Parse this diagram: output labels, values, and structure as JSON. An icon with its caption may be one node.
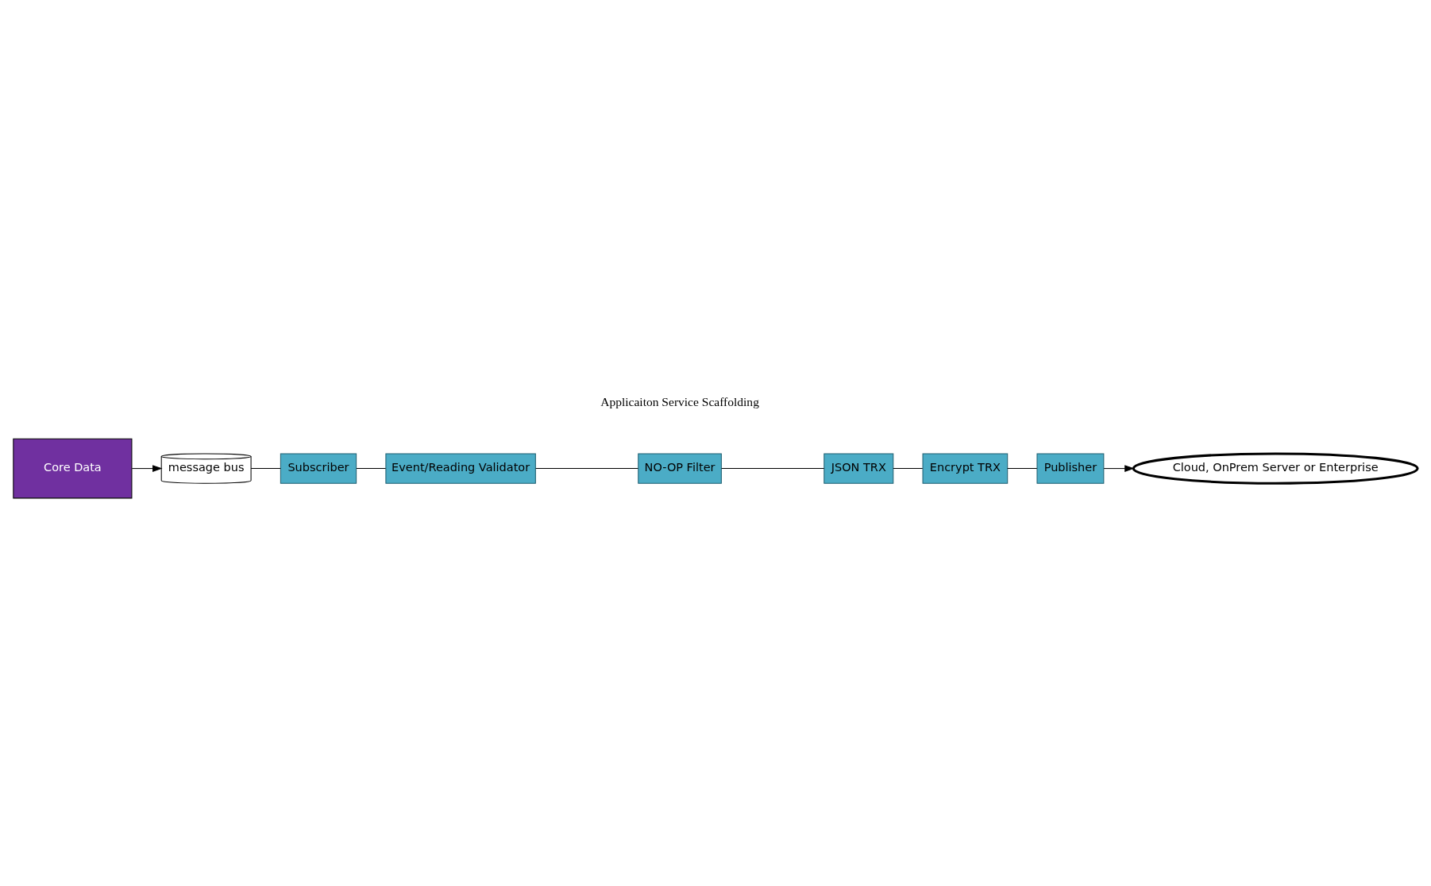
{
  "diagram": {
    "nodes": [
      {
        "text": [
          "message bus"
        ]
      },
      {
        "text": [
          "Subscriber"
        ]
      },
      {
        "text": [
          "Event/Reading Validator"
        ]
      },
      {
        "text": [
          "NO-OP Filter"
        ]
      },
      {
        "text": [
          "JSON TRX"
        ]
      },
      {
        "text": [
          "Encrypt TRX"
        ]
      },
      {
        "text": [
          "Publisher"
        ]
      },
      {
        "text": [
          "Cloud, OnPrem Server or Enterprise"
        ]
      },
      {
        "text": [
          "Core Data"
        ]
      }
    ],
    "edges": [
      {
        "from": 8,
        "to": 0,
        "arrow": "to"
      },
      {
        "from": 0,
        "to": 1,
        "arrow": "none"
      },
      {
        "from": 1,
        "to": 2,
        "arrow": "none"
      },
      {
        "from": 2,
        "to": 3,
        "arrow": "none"
      },
      {
        "from": 3,
        "to": 4,
        "arrow": "none"
      },
      {
        "from": 4,
        "to": 5,
        "arrow": "none"
      },
      {
        "from": 5,
        "to": 6,
        "arrow": "none"
      },
      {
        "from": 6,
        "to": 7,
        "arrow": "to"
      }
    ],
    "labels": [
      "Applicaiton Service Scaffolding"
    ]
  }
}
